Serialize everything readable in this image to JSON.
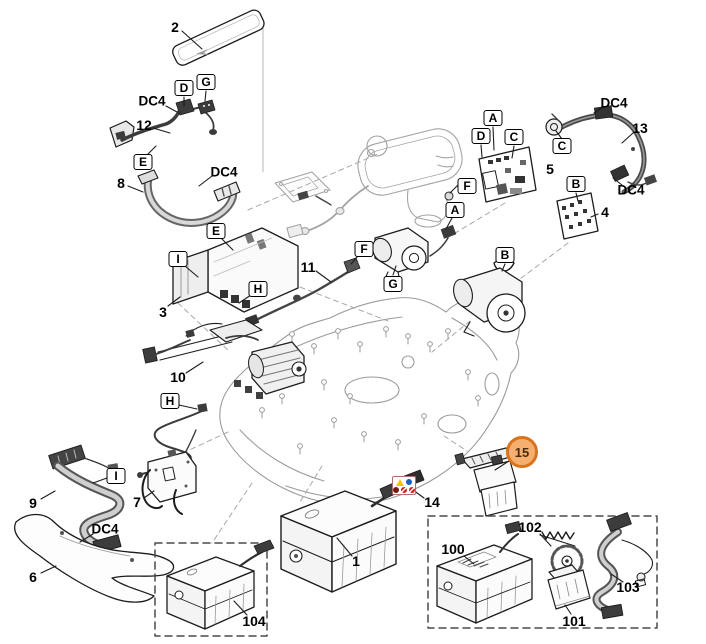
{
  "diagram": {
    "description": "Exploded parts diagram of robotic mower electrical components",
    "highlighted_part_number": "15",
    "highlight_fill": "#F5AF6E",
    "highlight_stroke": "#D9731C",
    "line_color": "#1c1c1c",
    "ghost_color": "#9b9b9b"
  },
  "part_numbers": {
    "n1": "1",
    "n2": "2",
    "n3": "3",
    "n4": "4",
    "n5": "5",
    "n6": "6",
    "n7": "7",
    "n8": "8",
    "n9": "9",
    "n10": "10",
    "n11": "11",
    "n12": "12",
    "n13": "13",
    "n14": "14",
    "n15": "15",
    "n100": "100",
    "n101": "101",
    "n102": "102",
    "n103": "103",
    "n104": "104"
  },
  "letters": {
    "a1": "A",
    "a2": "A",
    "b1": "B",
    "b2": "B",
    "c1": "C",
    "c2": "C",
    "d1": "D",
    "d2": "D",
    "e1": "E",
    "e2": "E",
    "f1": "F",
    "f2": "F",
    "g1": "G",
    "g2": "G",
    "h1": "H",
    "h2": "H",
    "i1": "I",
    "i2": "I"
  },
  "tags": {
    "dc4_1": "DC4",
    "dc4_2": "DC4",
    "dc4_3": "DC4",
    "dc4_4": "DC4",
    "dc4_5": "DC4"
  },
  "warning_label": {
    "icons": [
      "warning-triangle",
      "read-manual-blue-circle",
      "hazard-dark-circle",
      "prohibition-circle",
      "prohibition-circle"
    ]
  }
}
